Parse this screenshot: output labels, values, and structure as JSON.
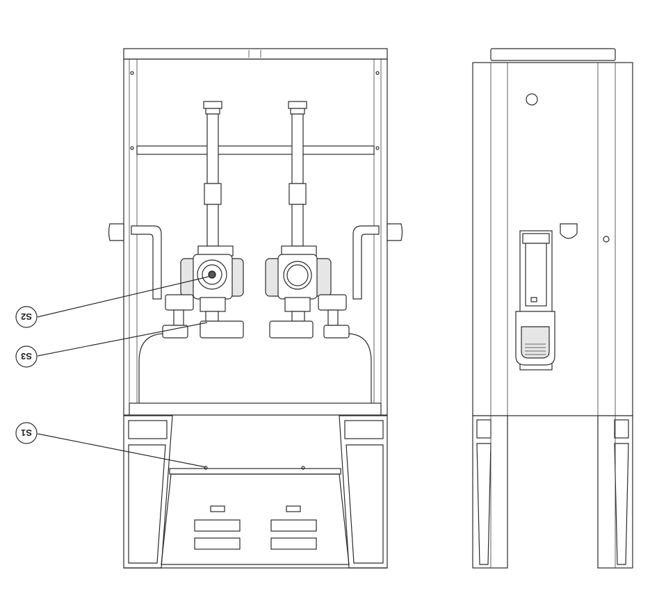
{
  "callouts": [
    {
      "id": "s1",
      "label": "S1"
    },
    {
      "id": "s2",
      "label": "S2"
    },
    {
      "id": "s3",
      "label": "S3"
    }
  ]
}
